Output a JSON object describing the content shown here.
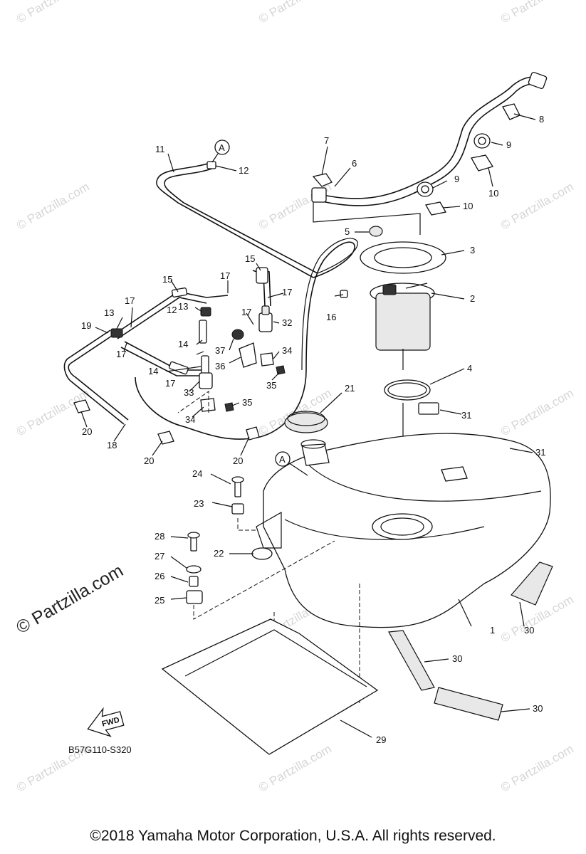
{
  "watermark": "© Partzilla.com",
  "watermark_large": "© Partzilla.com",
  "diagram_code": "B57G110-S320",
  "fwd_label": "FWD",
  "ref_marker": "A",
  "copyright": "©2018  Yamaha Motor Corporation, U.S.A. All rights reserved.",
  "callouts": [
    "1",
    "2",
    "3",
    "4",
    "5",
    "6",
    "7",
    "8",
    "9",
    "9",
    "10",
    "10",
    "11",
    "12",
    "12",
    "13",
    "13",
    "14",
    "14",
    "15",
    "15",
    "16",
    "17",
    "17",
    "17",
    "17",
    "17",
    "17",
    "18",
    "19",
    "20",
    "20",
    "20",
    "21",
    "22",
    "23",
    "24",
    "25",
    "26",
    "27",
    "28",
    "29",
    "30",
    "30",
    "30",
    "31",
    "31",
    "32",
    "33",
    "34",
    "34",
    "35",
    "35",
    "36",
    "37"
  ]
}
